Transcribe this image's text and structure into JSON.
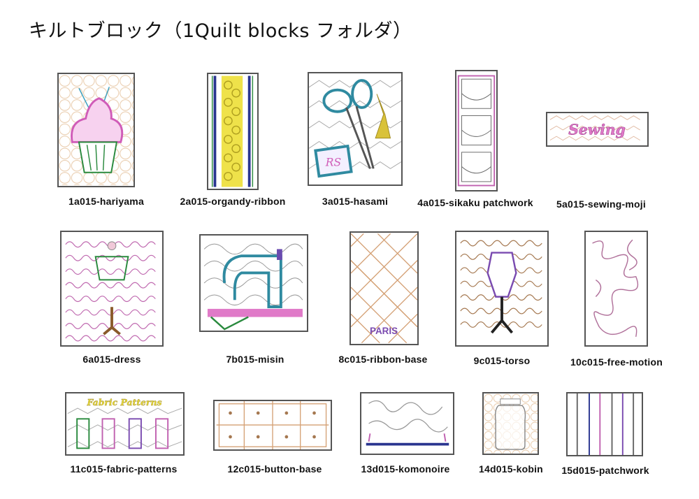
{
  "title": "キルトブロック（1Quilt blocks フォルダ）",
  "blocks": [
    {
      "label": "1a015-hariyama",
      "motif": "cupcake"
    },
    {
      "label": "2a015-organdy-ribbon",
      "motif": "ribbon-strip"
    },
    {
      "label": "3a015-hasami",
      "motif": "scissors",
      "mark": "RS"
    },
    {
      "label": "4a015-sikaku patchwork",
      "motif": "squares-column"
    },
    {
      "label": "5a015-sewing-moji",
      "motif": "sewing-text",
      "mark": "Sewing"
    },
    {
      "label": "6a015-dress",
      "motif": "dress-script"
    },
    {
      "label": "7b015-misin",
      "motif": "sewing-machine"
    },
    {
      "label": "8c015-ribbon-base",
      "motif": "lattice",
      "mark": "PARIS"
    },
    {
      "label": "9c015-torso",
      "motif": "dress-form"
    },
    {
      "label": "10c015-free-motion",
      "motif": "free-motion"
    },
    {
      "label": "11c015-fabric-patterns",
      "motif": "fabric-patterns",
      "mark": "Fabric Patterns"
    },
    {
      "label": "12c015-button-base",
      "motif": "button-grid"
    },
    {
      "label": "13d015-komonoire",
      "motif": "pouch-base"
    },
    {
      "label": "14d015-kobin",
      "motif": "jar"
    },
    {
      "label": "15d015-patchwork",
      "motif": "stripes"
    }
  ],
  "colors": {
    "pink": "#e07ac8",
    "green": "#2a8a3e",
    "yellow": "#e6d93a",
    "navy": "#2a3590",
    "teal": "#2f8aa0",
    "brown": "#8a5a2a",
    "purple": "#7a4bb0"
  }
}
